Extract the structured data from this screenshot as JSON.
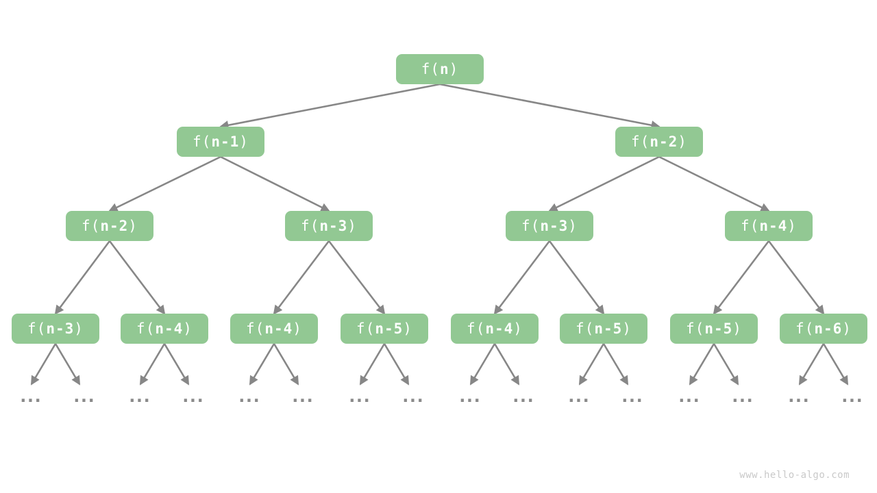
{
  "diagram": {
    "title_hint": "recursion tree of f(n)",
    "watermark": "www.hello-algo.com",
    "ellipsis_symbol": "...",
    "colors": {
      "background": "#ffffff",
      "node_bg": "#92c893",
      "node_text": "#ffffff",
      "arrow": "#878787",
      "ellipsis": "#8a8a8a",
      "watermark": "#c9c9c9"
    },
    "levels": [
      [
        {
          "prefix": "f(",
          "bold": "n",
          "suffix": ")"
        }
      ],
      [
        {
          "prefix": "f(",
          "bold": "n-1",
          "suffix": ")"
        },
        {
          "prefix": "f(",
          "bold": "n-2",
          "suffix": ")"
        }
      ],
      [
        {
          "prefix": "f(",
          "bold": "n-2",
          "suffix": ")"
        },
        {
          "prefix": "f(",
          "bold": "n-3",
          "suffix": ")"
        },
        {
          "prefix": "f(",
          "bold": "n-3",
          "suffix": ")"
        },
        {
          "prefix": "f(",
          "bold": "n-4",
          "suffix": ")"
        }
      ],
      [
        {
          "prefix": "f(",
          "bold": "n-3",
          "suffix": ")"
        },
        {
          "prefix": "f(",
          "bold": "n-4",
          "suffix": ")"
        },
        {
          "prefix": "f(",
          "bold": "n-4",
          "suffix": ")"
        },
        {
          "prefix": "f(",
          "bold": "n-5",
          "suffix": ")"
        },
        {
          "prefix": "f(",
          "bold": "n-4",
          "suffix": ")"
        },
        {
          "prefix": "f(",
          "bold": "n-5",
          "suffix": ")"
        },
        {
          "prefix": "f(",
          "bold": "n-5",
          "suffix": ")"
        },
        {
          "prefix": "f(",
          "bold": "n-6",
          "suffix": ")"
        }
      ]
    ]
  }
}
